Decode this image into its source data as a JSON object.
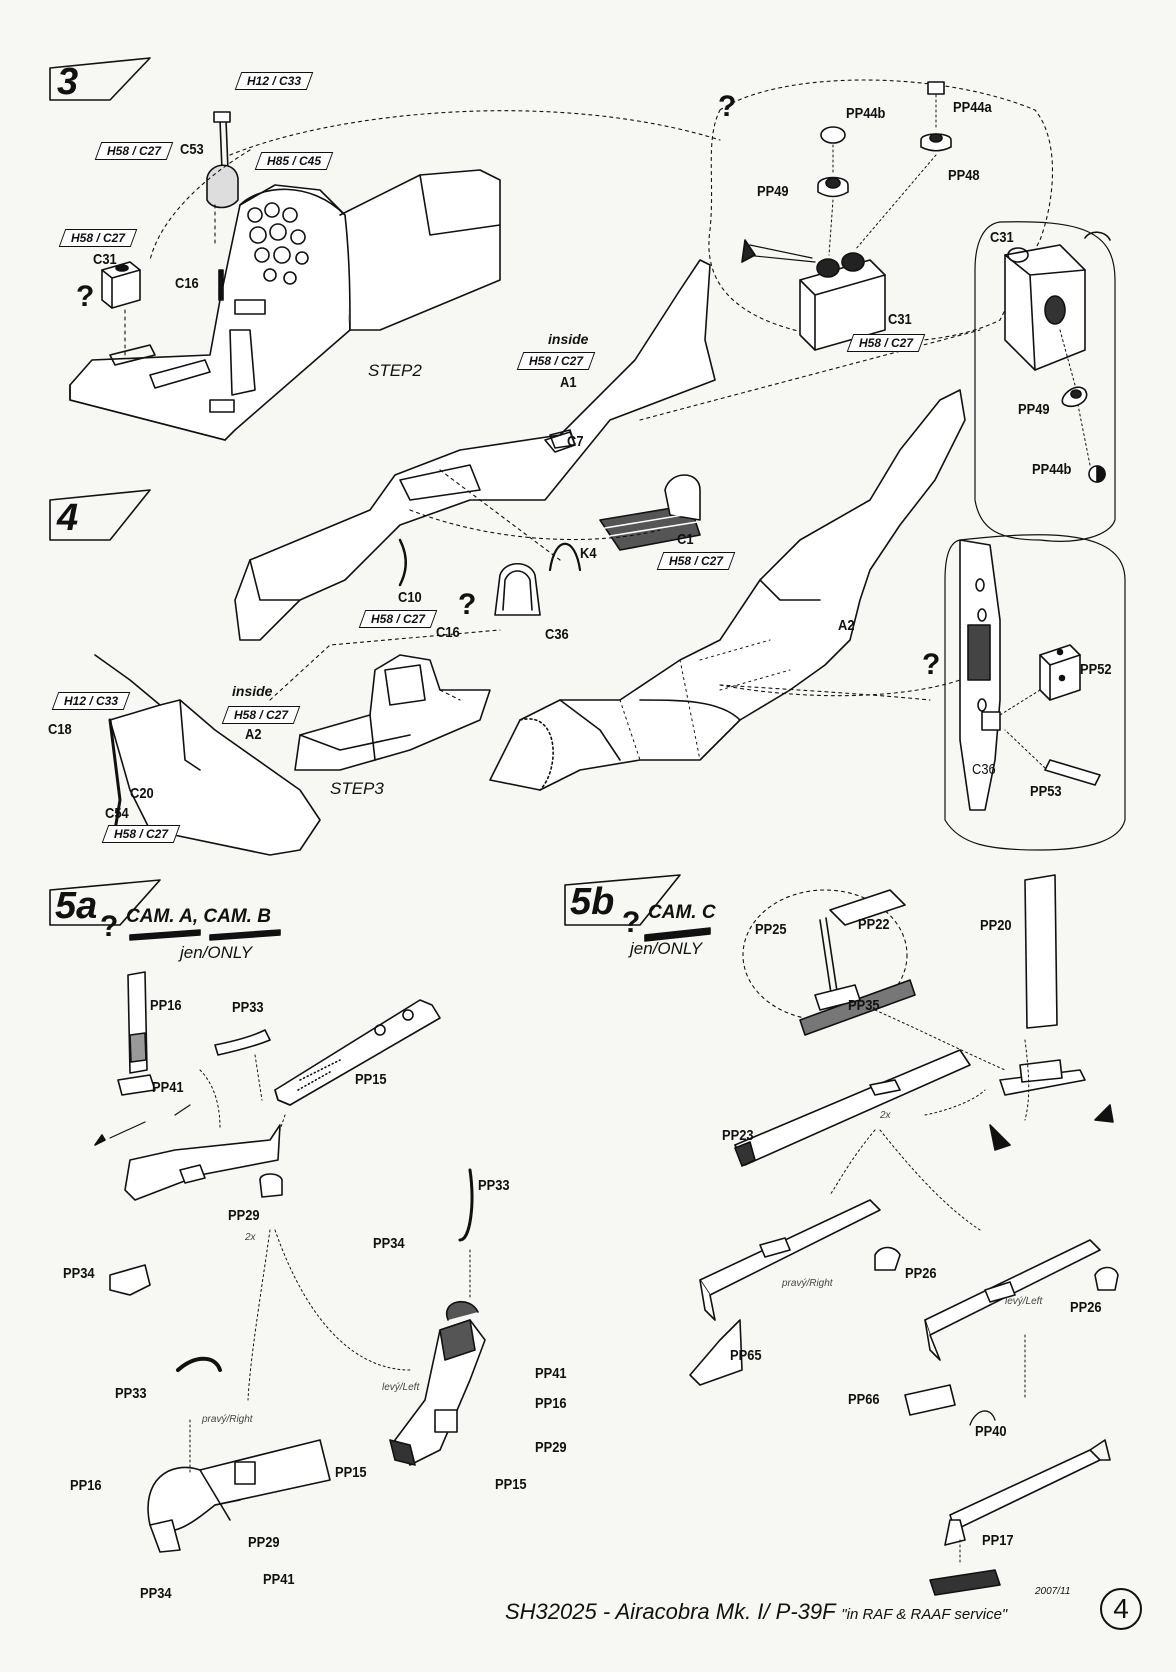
{
  "steps": [
    {
      "number": "3",
      "step_label": "STEP2"
    },
    {
      "number": "4",
      "step_label": "STEP3"
    },
    {
      "number": "5a",
      "cameo": "CAM. A, CAM. B",
      "note": "jen/ONLY"
    },
    {
      "number": "5b",
      "cameo": "CAM. C",
      "note": "jen/ONLY"
    }
  ],
  "paint_codes": {
    "h12_c33": "H12 / C33",
    "h58_c27": "H58 / C27",
    "h85_c45": "H85 / C45"
  },
  "inside_label": "inside",
  "question_mark": "?",
  "side_labels": {
    "right": "pravý/Right",
    "left": "levý/Left"
  },
  "multiplier": "2x",
  "parts": {
    "c53": "C53",
    "c31": "C31",
    "c16": "C16",
    "c18": "C18",
    "c20": "C20",
    "c54": "C54",
    "c10": "C10",
    "c7": "C7",
    "c1": "C1",
    "k4": "K4",
    "c36": "C36",
    "a1": "A1",
    "a2": "A2",
    "pp44b": "PP44b",
    "pp44a": "PP44a",
    "pp48": "PP48",
    "pp49": "PP49",
    "pp52": "PP52",
    "pp53": "PP53",
    "pp16": "PP16",
    "pp33": "PP33",
    "pp41": "PP41",
    "pp15": "PP15",
    "pp29": "PP29",
    "pp34": "PP34",
    "pp25": "PP25",
    "pp22": "PP22",
    "pp20": "PP20",
    "pp35": "PP35",
    "pp23": "PP23",
    "pp26": "PP26",
    "pp65": "PP65",
    "pp66": "PP66",
    "pp40": "PP40",
    "pp17": "PP17"
  },
  "footer": {
    "date": "2007/11",
    "product_code": "SH32025",
    "separator": " - ",
    "title": "Airacobra Mk. I/ P-39F",
    "subtitle": "\"in RAF & RAAF service\"",
    "page_number": "4"
  }
}
